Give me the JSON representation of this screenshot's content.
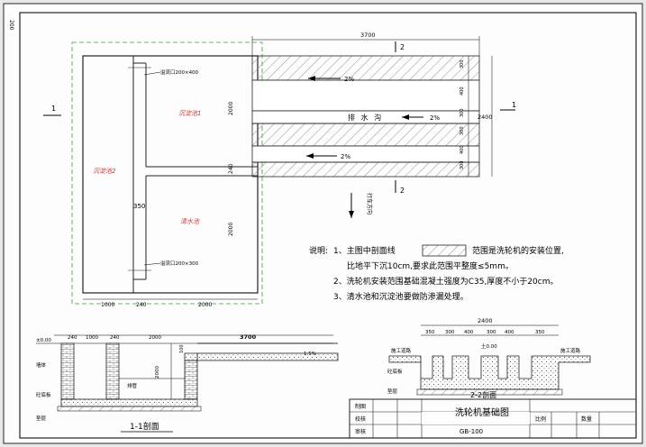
{
  "sheet_label": "200",
  "plan": {
    "dim_total_width": "3700",
    "dim_total_height": "2400",
    "dims_right": [
      "300",
      "400",
      "300",
      "300",
      "400",
      "300"
    ],
    "dims_bottom": [
      "1000",
      "240",
      "2000"
    ],
    "dims_left_vertical": [
      "2000",
      "240",
      "2000"
    ],
    "inlet_top": "溢流口200×400",
    "inlet_bottom": "溢流口200×300",
    "tank_sed1": "沉淀池1",
    "tank_sed2": "沉淀池2",
    "tank_clear": "清水池",
    "channel": "排 水 沟",
    "slope_top": "2%",
    "slope_mid": "2%",
    "slope_bot": "2%",
    "dim_350": "350",
    "travel_dir": "行车方向",
    "sec1_left": "1",
    "sec1_right": "1",
    "sec2_top": "2",
    "sec2_bottom": "2"
  },
  "notes": {
    "lead": "说明:",
    "line1": "1、主图中剖面线",
    "line1b": "范围是洗轮机的安装位置,",
    "line2": "比地平下沉10cm,要求此范围平整度≤5mm。",
    "line3": "2、洗轮机安装范围基础混凝土强度为C35,厚度不小于20cm。",
    "line4": "3、清水池和沉淀池要做防渗漏处理。"
  },
  "section11": {
    "title": "1-1剖面",
    "ground": "±0.00",
    "dims": [
      "240",
      "1000",
      "240",
      "2000"
    ],
    "dim_total": "3700",
    "dim_2000v": "2000",
    "dim_100": "100",
    "slope": "1.5%",
    "label_wall": "墙体",
    "label_slab": "砼底板",
    "label_base": "垫层",
    "label_pipe": "排管"
  },
  "section22": {
    "title": "2-2剖面",
    "dim_total": "2400",
    "dims": [
      "350",
      "300",
      "400",
      "300",
      "400",
      "350"
    ],
    "label_road_left": "施工道路",
    "label_road_right": "施工道路",
    "label_slab": "砼底板",
    "label_base": "垫层",
    "label_top": "土0.00"
  },
  "titleblock": {
    "r_draw": "制图",
    "r_check": "校核",
    "r_review": "审核",
    "title": "洗轮机基础图",
    "code": "GB-100",
    "scale_label": "比例",
    "qty_label": "数量"
  }
}
